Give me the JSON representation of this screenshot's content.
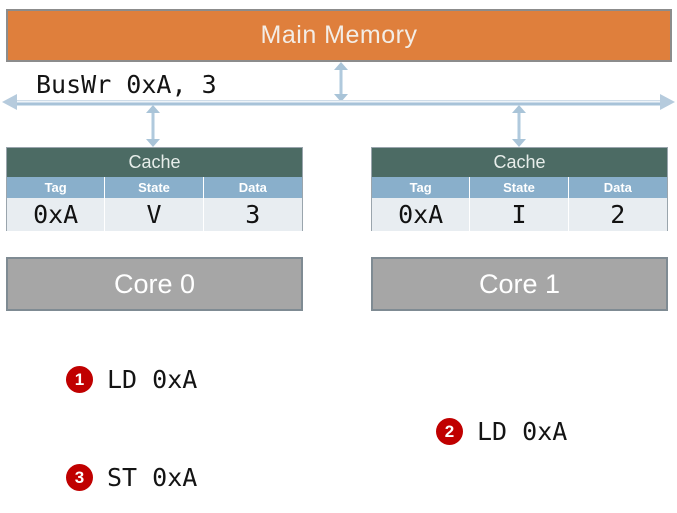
{
  "memory": {
    "label": "Main Memory",
    "color": "#DF7F3C"
  },
  "bus": {
    "label": "BusWr 0xA, 3",
    "color": "#9dbcd4"
  },
  "caches": [
    {
      "title": "Cache",
      "columns": [
        "Tag",
        "State",
        "Data"
      ],
      "row": {
        "tag": "0xA",
        "state": "V",
        "data": "3"
      },
      "state_highlighted": false,
      "data_highlighted": true,
      "core": "Core 0"
    },
    {
      "title": "Cache",
      "columns": [
        "Tag",
        "State",
        "Data"
      ],
      "row": {
        "tag": "0xA",
        "state": "I",
        "data": "2"
      },
      "state_highlighted": true,
      "data_highlighted": false,
      "core": "Core 1"
    }
  ],
  "annotations": [
    {
      "number": "1",
      "text": "LD 0xA"
    },
    {
      "number": "2",
      "text": "LD 0xA"
    },
    {
      "number": "3",
      "text": "ST 0xA"
    }
  ],
  "colors": {
    "accent_red": "#C00000",
    "highlight_red": "#E8130D",
    "cache_header": "#4C6B64",
    "table_header": "#89AFCB",
    "core_gray": "#A6A6A6"
  }
}
